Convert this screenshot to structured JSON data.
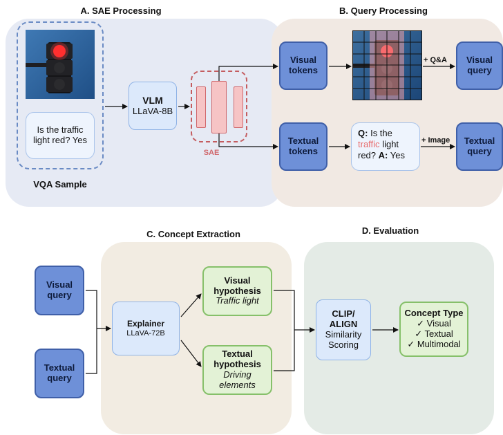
{
  "sections": {
    "a_title": "A. SAE Processing",
    "b_title": "B. Query Processing",
    "c_title": "C. Concept Extraction",
    "d_title": "D. Evaluation"
  },
  "a": {
    "vqa_question": "Is the traffic light red? Yes",
    "vqa_label": "VQA Sample",
    "vlm_title": "VLM",
    "vlm_model": "LLaVA-8B",
    "sae_label": "SAE"
  },
  "b": {
    "visual_tokens": "Visual tokens",
    "textual_tokens": "Textual tokens",
    "plus_qa": "+ Q&A",
    "plus_image": "+ Image",
    "visual_query": "Visual query",
    "textual_query": "Textual query",
    "q_label": "Q:",
    "q_text1": "Is the",
    "q_highlight": "traffic",
    "q_text2": "light red?",
    "a_label": "A:",
    "a_text": "Yes"
  },
  "c": {
    "visual_query": "Visual query",
    "textual_query": "Textual query",
    "explainer_title": "Explainer",
    "explainer_model": "LLaVA-72B",
    "visual_hyp_title": "Visual hypothesis",
    "visual_hyp_value": "Traffic light",
    "textual_hyp_title": "Textual hypothesis",
    "textual_hyp_value": "Driving elements"
  },
  "d": {
    "clip_title1": "CLIP/",
    "clip_title2": "ALIGN",
    "clip_sub": "Similarity Scoring",
    "concept_title": "Concept Type",
    "concept_items": [
      "✓ Visual",
      "✓ Textual",
      "✓ Multimodal"
    ]
  },
  "colors": {
    "panel_a": "#e6eaf4",
    "panel_b": "#f1e9e3",
    "panel_c": "#f2ece2",
    "panel_d": "#e4ebe6",
    "token_blue": "#6e90d8",
    "sae_red": "#d0686c",
    "highlight_red": "#e86b6b",
    "green_accent": "#86c06a"
  }
}
